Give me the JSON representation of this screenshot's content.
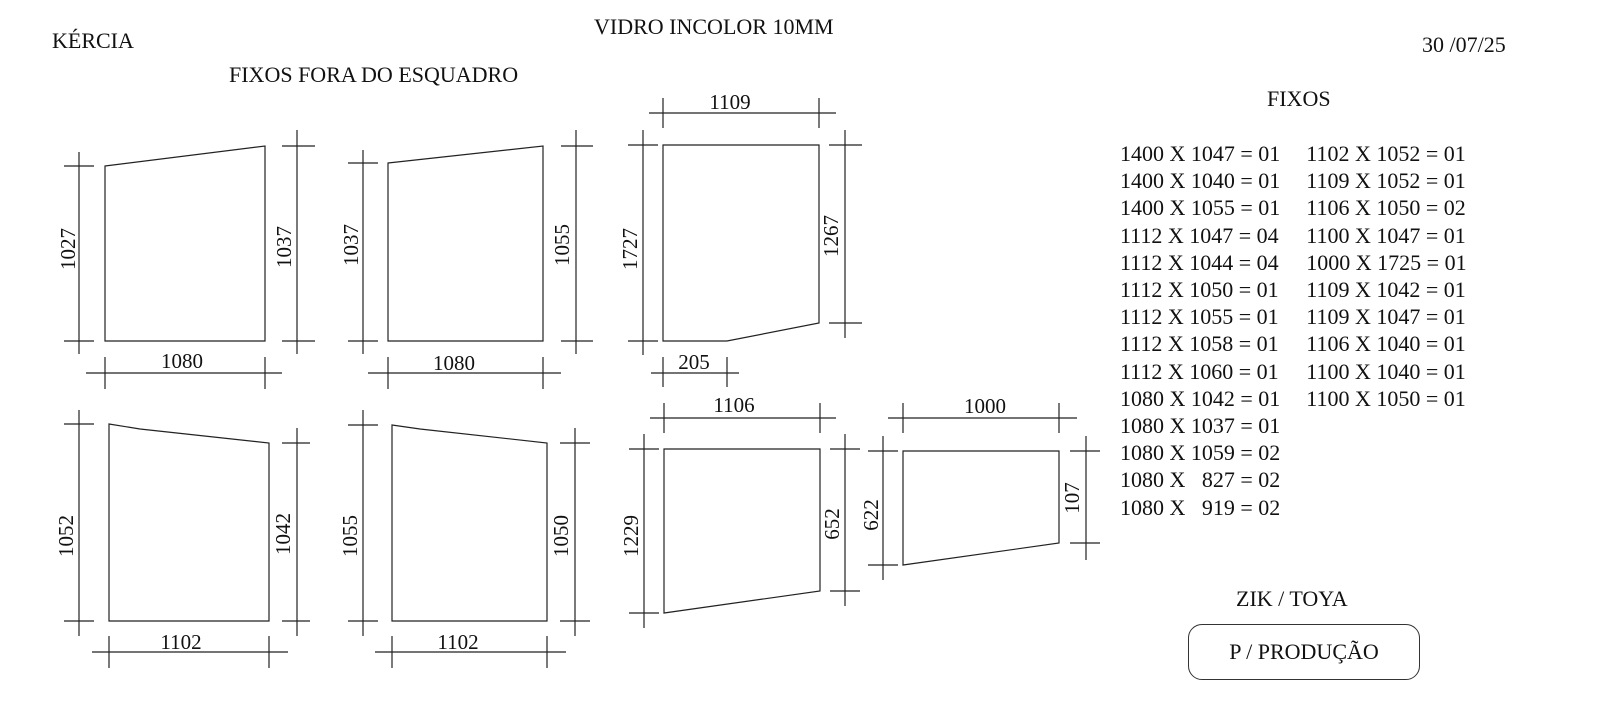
{
  "header": {
    "client": "KÉRCIA",
    "glass_type": "VIDRO INCOLOR 10MM",
    "date": "30 /07/25",
    "drawing_title": "FIXOS FORA DO ESQUADRO"
  },
  "pieces": [
    {
      "label_left": "1027",
      "label_right": "1037",
      "label_bottom": "1080"
    },
    {
      "label_left": "1037",
      "label_right": "1055",
      "label_bottom": "1080"
    },
    {
      "label_top": "1109",
      "label_left": "1727",
      "label_right": "1267",
      "label_bottom": "205"
    },
    {
      "label_left": "1052",
      "label_right": "1042",
      "label_bottom": "1102"
    },
    {
      "label_left": "1055",
      "label_right": "1050",
      "label_bottom": "1102"
    },
    {
      "label_top": "1106",
      "label_left": "1229",
      "label_right": "652"
    },
    {
      "label_top": "1000",
      "label_left": "622",
      "label_right": "107"
    }
  ],
  "fixos": {
    "title": "FIXOS",
    "col1": [
      "1400 X 1047 = 01",
      "1400 X 1040 = 01",
      "1400 X 1055 = 01",
      "1112 X 1047 = 04",
      "1112 X 1044 = 04",
      "1112 X 1050 = 01",
      "1112 X 1055 = 01",
      "1112 X 1058 = 01",
      "1112 X 1060 = 01",
      "1080 X 1042 = 01",
      "1080 X 1037 = 01",
      "1080 X 1059 = 02",
      "1080 X   827 = 02",
      "1080 X   919 = 02"
    ],
    "col2": [
      "1102 X 1052 = 01",
      "1109 X 1052 = 01",
      "1106 X 1050 = 02",
      "1100 X 1047 = 01",
      "1000 X 1725 = 01",
      "1109 X 1042 = 01",
      "1109 X 1047 = 01",
      "1106 X 1040 = 01",
      "1100 X 1040 = 01",
      "1100 X 1050 = 01"
    ]
  },
  "footer": {
    "supplier": "ZIK / TOYA",
    "stamp": "P / PRODUÇÃO"
  }
}
